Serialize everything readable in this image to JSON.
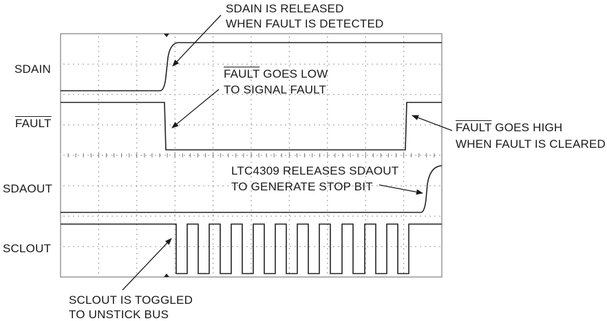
{
  "signals": {
    "sdain": "SDAIN",
    "fault": "FAULT",
    "sdaout": "SDAOUT",
    "sclout": "SCLOUT"
  },
  "annotations": {
    "sdain_released": {
      "line1": "SDAIN IS RELEASED",
      "line2": "WHEN FAULT IS DETECTED"
    },
    "fault_low": {
      "line1_over": "FAULT",
      "line1_rest": " GOES LOW",
      "line2": "TO SIGNAL FAULT"
    },
    "fault_high": {
      "line1_over": "FAULT",
      "line1_rest": " GOES HIGH",
      "line2": "WHEN FAULT IS CLEARED"
    },
    "sdaout_release": {
      "line1": "LTC4309 RELEASES SDAOUT",
      "line2": "TO GENERATE STOP BIT"
    },
    "sclout_toggle": {
      "line1": "SCLOUT IS TOGGLED",
      "line2": "TO UNSTICK BUS"
    }
  },
  "colors": {
    "trace": "#222222",
    "grid": "#777777",
    "text": "#1a1a1a"
  }
}
